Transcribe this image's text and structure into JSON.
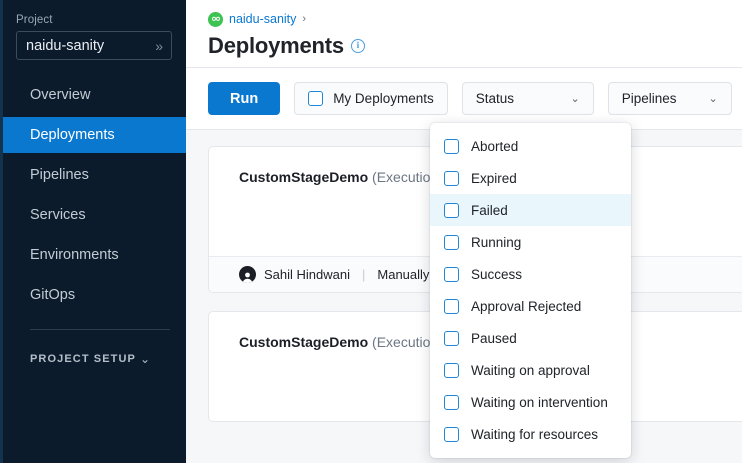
{
  "sidebar": {
    "project_label": "Project",
    "project_value": "naidu-sanity",
    "project_chevron": "»",
    "items": [
      {
        "label": "Overview",
        "active": false
      },
      {
        "label": "Deployments",
        "active": true
      },
      {
        "label": "Pipelines",
        "active": false
      },
      {
        "label": "Services",
        "active": false
      },
      {
        "label": "Environments",
        "active": false
      },
      {
        "label": "GitOps",
        "active": false
      }
    ],
    "setup_label": "PROJECT SETUP",
    "setup_chevron": "⌄"
  },
  "header": {
    "breadcrumb_link": "naidu-sanity",
    "breadcrumb_chevron": "›",
    "title": "Deployments",
    "info_glyph": "i"
  },
  "toolbar": {
    "run_label": "Run",
    "my_deployments_label": "My Deployments",
    "my_deployments_checked": false,
    "status_label": "Status",
    "pipelines_label": "Pipelines",
    "chevron": "⌄"
  },
  "dropdown": {
    "open_for": "Status",
    "items": [
      {
        "label": "Aborted",
        "checked": false,
        "hover": false
      },
      {
        "label": "Expired",
        "checked": false,
        "hover": false
      },
      {
        "label": "Failed",
        "checked": false,
        "hover": true
      },
      {
        "label": "Running",
        "checked": false,
        "hover": false
      },
      {
        "label": "Success",
        "checked": false,
        "hover": false
      },
      {
        "label": "Approval Rejected",
        "checked": false,
        "hover": false
      },
      {
        "label": "Paused",
        "checked": false,
        "hover": false
      },
      {
        "label": "Waiting on approval",
        "checked": false,
        "hover": false
      },
      {
        "label": "Waiting on intervention",
        "checked": false,
        "hover": false
      },
      {
        "label": "Waiting for resources",
        "checked": false,
        "hover": false
      }
    ]
  },
  "cards": [
    {
      "name": "CustomStageDemo",
      "meta": " (Execution Id",
      "user": "Sahil Hindwani",
      "divider": "|",
      "trigger": "Manually",
      "has_footer": true
    },
    {
      "name": "CustomStageDemo",
      "meta": " (Execution Id",
      "user": "",
      "divider": "",
      "trigger": "",
      "has_footer": false
    }
  ],
  "colors": {
    "sidebar_bg": "#0b1b2b",
    "accent_blue": "#0b78d0",
    "breadcrumb_green": "#3dc352",
    "hover_blue": "#e9f7fd",
    "page_bg": "#f6f7f9"
  }
}
